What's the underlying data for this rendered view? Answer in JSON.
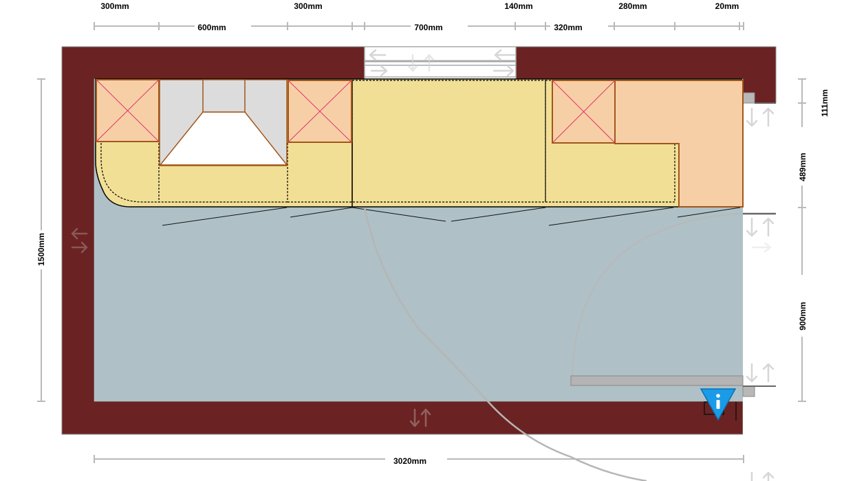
{
  "colors": {
    "wall": "#6b2222",
    "floor": "#afc1c6",
    "worktop": "#f2df96",
    "cabinet": "#f7cfa6",
    "cabinet_border": "#a0561a",
    "cross": "#e0356a",
    "hood": "#dcdcdc",
    "window_frame": "#a8a8a8",
    "door_leaf": "#b4b4b4",
    "dimension_line": "#b9b9b9",
    "info_marker": "#1a9be8"
  },
  "dimensions": {
    "top_row_1": [
      "300mm",
      "300mm",
      "140mm",
      "280mm",
      "20mm"
    ],
    "top_row_2": [
      "600mm",
      "700mm",
      "320mm"
    ],
    "left": "1500mm",
    "right": [
      "111mm",
      "489mm",
      "900mm"
    ],
    "bottom": "3020mm"
  },
  "icons": {
    "info": "info-icon",
    "move": "move-arrows-icon"
  }
}
